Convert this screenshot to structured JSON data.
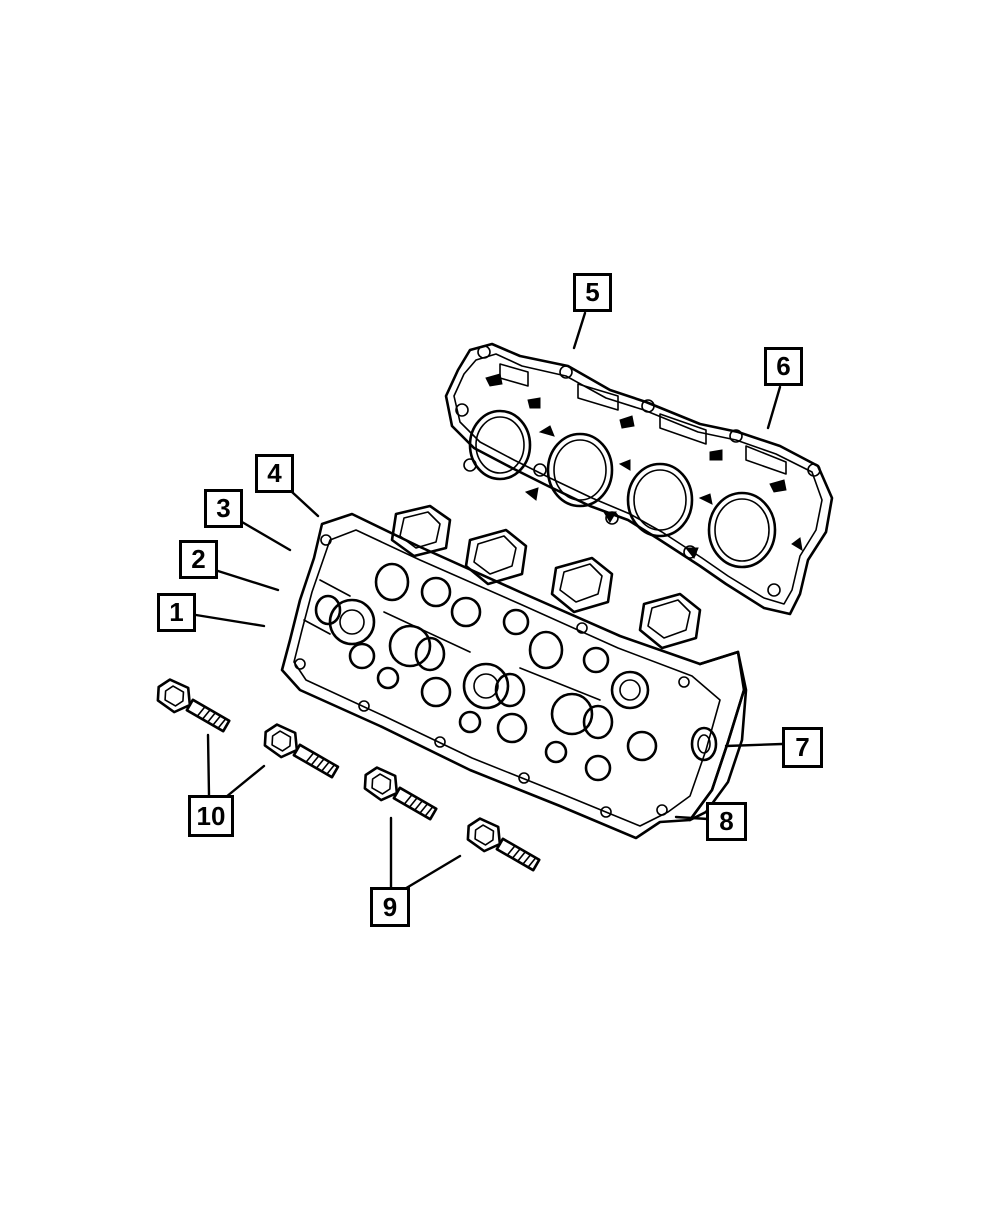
{
  "callouts": [
    {
      "id": "1",
      "label": "1"
    },
    {
      "id": "2",
      "label": "2"
    },
    {
      "id": "3",
      "label": "3"
    },
    {
      "id": "4",
      "label": "4"
    },
    {
      "id": "5",
      "label": "5"
    },
    {
      "id": "6",
      "label": "6"
    },
    {
      "id": "7",
      "label": "7"
    },
    {
      "id": "8",
      "label": "8"
    },
    {
      "id": "9",
      "label": "9"
    },
    {
      "id": "10",
      "label": "10"
    }
  ],
  "parts": {
    "gasket_icon": "head-gasket-icon",
    "cylinder_head_icon": "cylinder-head-icon",
    "bolt_icon": "head-bolt-icon"
  },
  "colors": {
    "line": "#000000",
    "background": "#ffffff"
  }
}
